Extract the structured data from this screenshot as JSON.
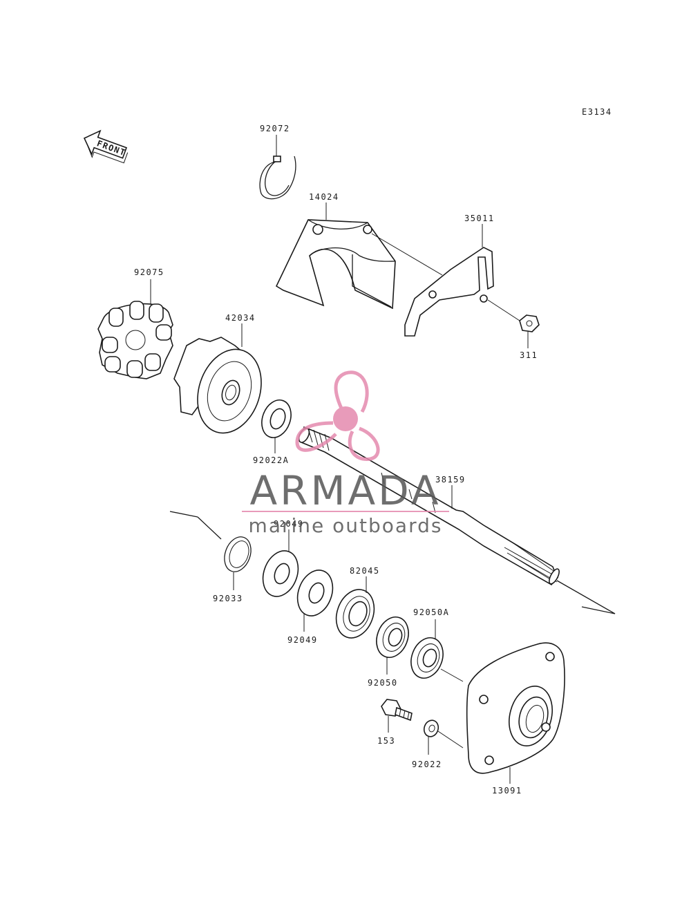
{
  "diagram_code": "E3134",
  "front_label": "FRONT",
  "parts": {
    "p92072": "92072",
    "p14024": "14024",
    "p35011": "35011",
    "p311": "311",
    "p92075": "92075",
    "p42034": "42034",
    "p92022A": "92022A",
    "p38159": "38159",
    "p92049a": "92049",
    "p92033": "92033",
    "p92049b": "92049",
    "p82045": "82045",
    "p92050A": "92050A",
    "p92050": "92050",
    "p153": "153",
    "p92022": "92022",
    "p13091": "13091"
  },
  "watermark": {
    "brand": "ARMADA",
    "tagline": "marine outboards",
    "color_dark": "#555555",
    "color_pink": "#e48aae"
  }
}
